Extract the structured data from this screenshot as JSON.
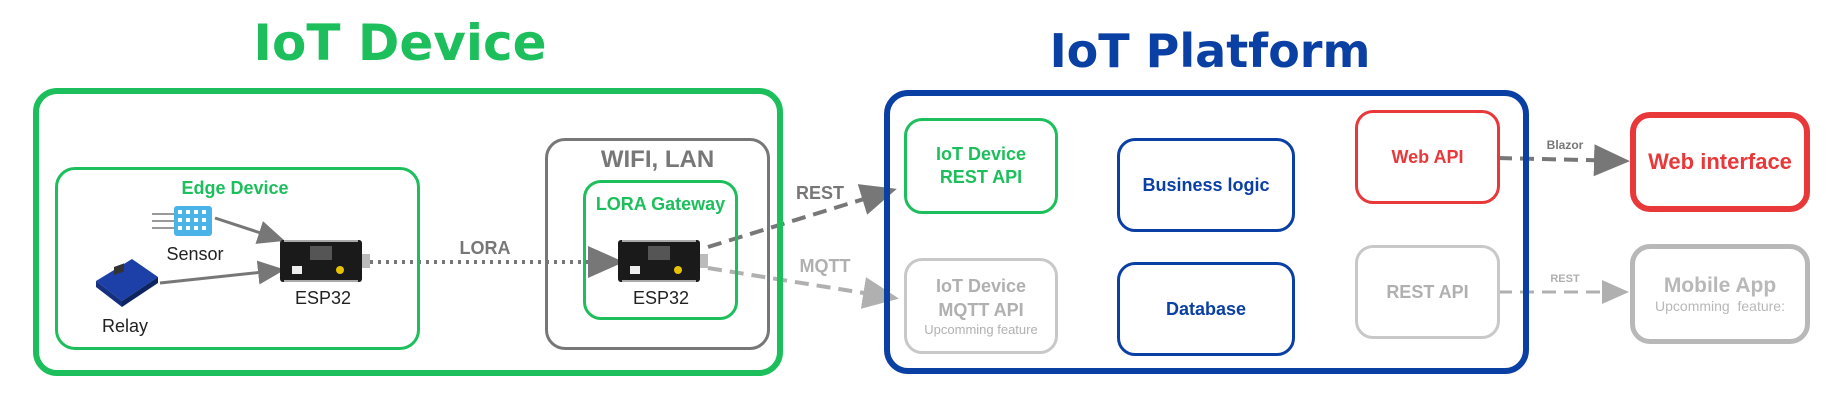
{
  "colors": {
    "green": "#1dbf5c",
    "blue": "#0a3fa3",
    "red": "#e8383a",
    "gray": "#b0b0b0",
    "darkgray": "#777777"
  },
  "iot_device": {
    "title": "IoT Device",
    "edge_device": {
      "title": "Edge Device",
      "sensor_label": "Sensor",
      "relay_label": "Relay",
      "esp32_label": "ESP32"
    },
    "network": {
      "title": "WIFI, LAN",
      "gateway_title": "LORA Gateway",
      "esp32_label": "ESP32"
    },
    "lora_label": "LORA"
  },
  "iot_platform": {
    "title": "IoT Platform",
    "rest_api_box": "IoT Device REST API",
    "mqtt_api_box": {
      "title": "IoT Device MQTT API",
      "note": "Upcomming feature"
    },
    "business_logic": "Business logic",
    "database": "Database",
    "web_api": "Web API",
    "rest_api": "REST API"
  },
  "links": {
    "rest": "REST",
    "mqtt": "MQTT",
    "blazor": "Blazor",
    "rest_small": "REST"
  },
  "external": {
    "web_interface": "Web interface",
    "mobile_app": {
      "title": "Mobile App",
      "note": "Upcomming  feature:"
    }
  }
}
